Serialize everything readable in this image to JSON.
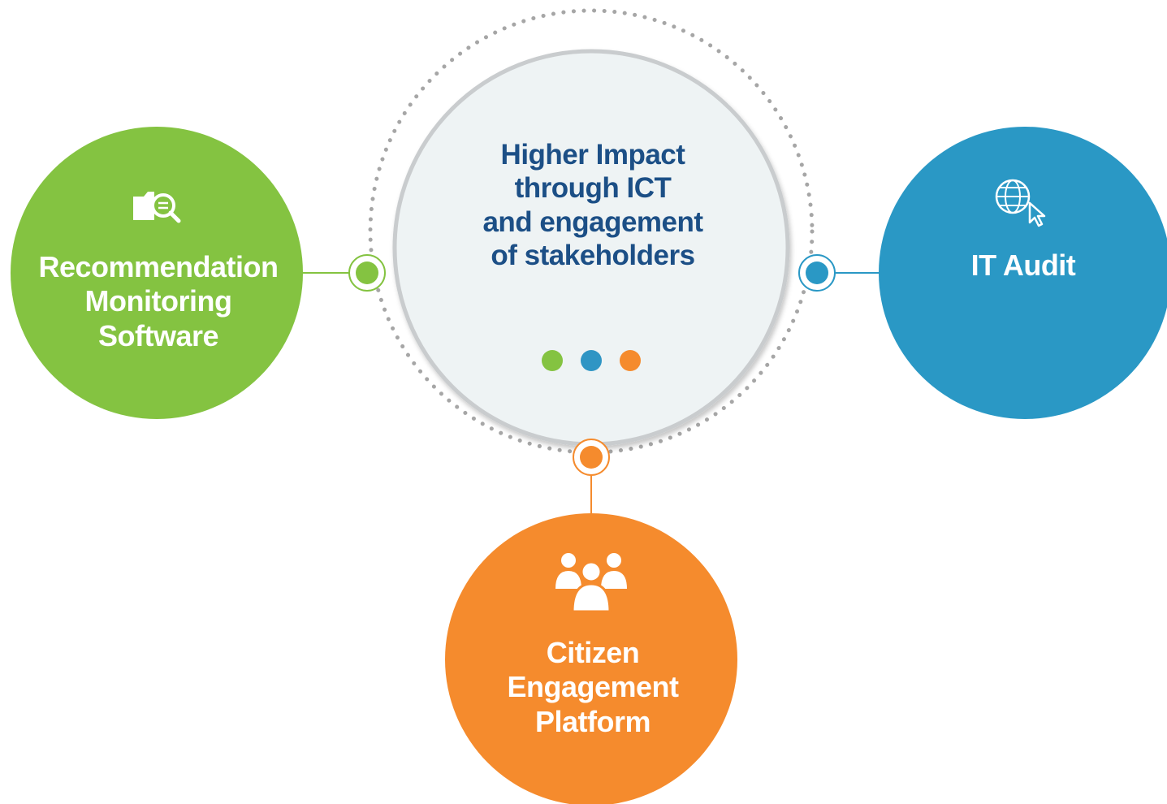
{
  "center": {
    "title_lines": [
      "Higher Impact",
      "through ICT",
      "and engagement",
      "of stakeholders"
    ],
    "dot_colors": [
      "#84c341",
      "#2f95c4",
      "#f58b2d"
    ]
  },
  "nodes": [
    {
      "id": "recommendation",
      "label_lines": [
        "Recommendation",
        "Monitoring",
        "Software"
      ],
      "color": "#84c341",
      "icon": "folder-search-icon"
    },
    {
      "id": "it-audit",
      "label_lines": [
        "IT Audit"
      ],
      "color": "#2a98c5",
      "icon": "globe-cursor-icon"
    },
    {
      "id": "citizen",
      "label_lines": [
        "Citizen",
        "Engagement",
        "Platform"
      ],
      "color": "#f58b2d",
      "icon": "people-group-icon"
    }
  ],
  "colors": {
    "center_text": "#1c4f86",
    "center_fill": "#eef3f4",
    "dotted_ring": "#a6a6a6"
  }
}
